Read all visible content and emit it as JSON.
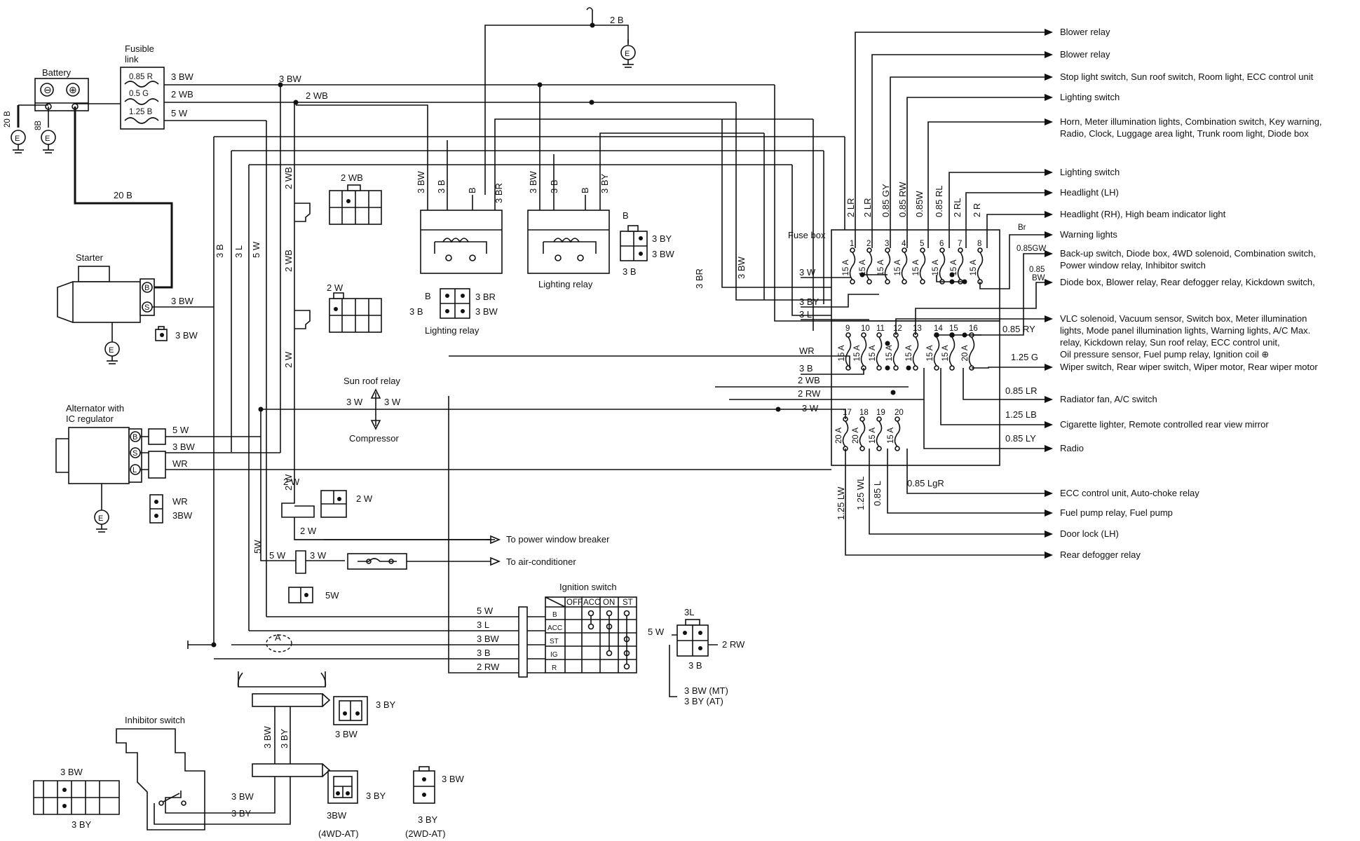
{
  "components": {
    "battery": "Battery",
    "fusible_link": [
      "Fusible",
      "link"
    ],
    "fusible_link_ratings": [
      "0.85 R",
      "0.5  G",
      "1.25 B"
    ],
    "starter": "Starter",
    "alternator": [
      "Alternator with",
      "IC regulator"
    ],
    "lighting_relay_1": "Lighting relay",
    "lighting_relay_2": "Lighting relay",
    "sun_roof_relay": "Sun roof relay",
    "compressor": "Compressor",
    "fuse_box": "Fuse box",
    "ignition_switch": "Ignition switch",
    "inhibitor_switch": "Inhibitor switch"
  },
  "terminals": {
    "battery_minus": "⊖",
    "battery_plus": "⊕",
    "starter_b": "B",
    "starter_s": "S",
    "alt_b": "B",
    "alt_s": "S",
    "alt_l": "L",
    "ground": "E",
    "splice_a": "A"
  },
  "wire_labels": {
    "w20b_left": "20 B",
    "w8b": "8B",
    "w20b_batt": "20 B",
    "fl_3bw": "3 BW",
    "fl_2wb": "2 WB",
    "fl_5w": "5 W",
    "top_3bw": "3 BW",
    "top_2wb": "2 WB",
    "top_2b": "2 B",
    "v_2wb_1": "2 WB",
    "v_2wb_2": "2 WB",
    "v_2w": "2 W",
    "v_3b": "3 B",
    "v_3l": "3 L",
    "v_5w": "5 W",
    "starter_3bw": "3 BW",
    "starter_conn_3bw": "3 BW",
    "sun_3w_left": "3 W",
    "sun_3w_right": "3 W",
    "alt_5w": "5  W",
    "alt_3bw": "3 BW",
    "alt_wr": "WR",
    "alt_conn_wr": "WR",
    "alt_conn_3bw": "3BW",
    "lr1_3bw": "3 BW",
    "lr1_3b": "3 B",
    "lr1_b": "B",
    "lr1_3br": "3 BR",
    "lr2_3bw": "3 BW",
    "lr2_3b": "3 B",
    "lr2_b": "B",
    "lr2_3by": "3 BY",
    "conn_2wb": "2 WB",
    "conn_2w": "2 W",
    "lrc1_b": "B",
    "lrc1_3b": "3 B",
    "lrc1_3br": "3 BR",
    "lrc1_3bw": "3 BW",
    "lrc2_b": "B",
    "lrc2_3by": "3 BY",
    "lrc2_3bw": "3 BW",
    "lrc2_3b": "3 B",
    "v_3br": "3 BR",
    "v_3bw": "3 BW",
    "fb_3w": "3 W",
    "fb_3by": "3 BY",
    "fb_3l": "3 L",
    "fb_wr": "WR",
    "fb_3b": "3 B",
    "fb_2wb": "2 WB",
    "fb_2rw": "2 RW",
    "fb_3w2": "3 W",
    "pw_2w_a": "2 W",
    "pw_2w_b": "2 W",
    "pw_2w_c": "2  W",
    "ac_5w": "5 W",
    "ac_3w": "3 W",
    "ac_conn_5w": "5W",
    "v_5w_low": "5W",
    "ig_5w": "5 W",
    "ig_3l": "3  L",
    "ig_3bw": "3 BW",
    "ig_3b": "3  B",
    "ig_2rw": "2 RW",
    "ic_3l": "3L",
    "ic_5w": "5 W",
    "ic_2rw": "2 RW",
    "ic_3b": "3 B",
    "ic_mt": "3 BW (MT)",
    "ic_at": "3 BY (AT)",
    "inh_3bw_v": "3 BW",
    "inh_3by_v": "3 BY",
    "inh_conn_3by": "3 BY",
    "inh_conn_3bw": "3 BW",
    "inh_3bw_h": "3 BW",
    "inh_3by_h": "3 BY",
    "inh_big_3bw": "3 BW",
    "inh_big_3by": "3 BY",
    "at4_3by": "3 BY",
    "at4_3bw": "3BW",
    "at4_variant": "(4WD-AT)",
    "at2_3bw": "3 BW",
    "at2_3by": "3 BY",
    "at2_variant": "(2WD-AT)",
    "fuse_v_2lr_1": "2 LR",
    "fuse_v_2lr_2": "2 LR",
    "fuse_v_085gy": "0.85 GY",
    "fuse_v_085rw": "0.85 RW",
    "fuse_v_085w": "0.85W",
    "fuse_v_085rl": "0.85 RL",
    "fuse_v_2rl": "2 RL",
    "fuse_v_2r": "2  R",
    "fuse_br": "Br",
    "fuse_085gw": "0.85GW",
    "fuse_085bw": [
      "0.85",
      "BW"
    ],
    "fuse_085ry": "0.85  RY",
    "fuse_125g": "1.25  G",
    "fuse_085lr": "0.85  LR",
    "fuse_125lb": "1.25  LB",
    "fuse_085ly": "0.85  LY",
    "fuse_085lgr": "0.85 LgR",
    "fuse_v_125lw": "1.25 LW",
    "fuse_v_125wl": "1.25 WL",
    "fuse_v_085l": "0.85 L"
  },
  "fuse_box": {
    "numbers": [
      "1",
      "2",
      "3",
      "4",
      "5",
      "6",
      "7",
      "8",
      "9",
      "10",
      "11",
      "12",
      "13",
      "14",
      "15",
      "16",
      "17",
      "18",
      "19",
      "20"
    ],
    "rating_15": "15 A",
    "rating_20": "20 A"
  },
  "destinations": [
    "Blower relay",
    "Blower relay",
    "Stop light switch, Sun roof switch, Room light, ECC control unit",
    "Lighting switch",
    "Horn, Meter illumination lights, Combination switch, Key warning,",
    "Radio, Clock, Luggage area light, Trunk room light, Diode box",
    "Lighting switch",
    "Headlight (LH)",
    "Headlight (RH), High beam indicator light",
    "Warning lights",
    "Back-up switch, Diode box, 4WD solenoid, Combination switch,",
    "Power window relay, Inhibitor switch",
    "Diode box, Blower relay, Rear defogger relay, Kickdown switch,",
    "VLC solenoid, Vacuum sensor, Switch box, Meter illumination",
    "lights, Mode panel illumination lights, Warning lights, A/C Max.",
    "relay, Kickdown relay, Sun roof relay, ECC control unit,",
    "Oil pressure sensor, Fuel pump relay, Ignition coil ⊕",
    "Wiper switch, Rear wiper switch, Wiper motor, Rear wiper motor",
    "Radiator fan, A/C switch",
    "Cigarette lighter, Remote controlled rear view mirror",
    "Radio",
    "ECC control unit, Auto-choke relay",
    "Fuel pump relay, Fuel pump",
    "Door lock (LH)",
    "Rear defogger relay"
  ],
  "misc_destinations": {
    "power_window": "To power window breaker",
    "air_conditioner": "To air-conditioner"
  },
  "ignition_table": {
    "columns": [
      "OFF",
      "ACC",
      "ON",
      "ST"
    ],
    "rows": [
      "B",
      "ACC",
      "ST",
      "IG",
      "R"
    ]
  }
}
